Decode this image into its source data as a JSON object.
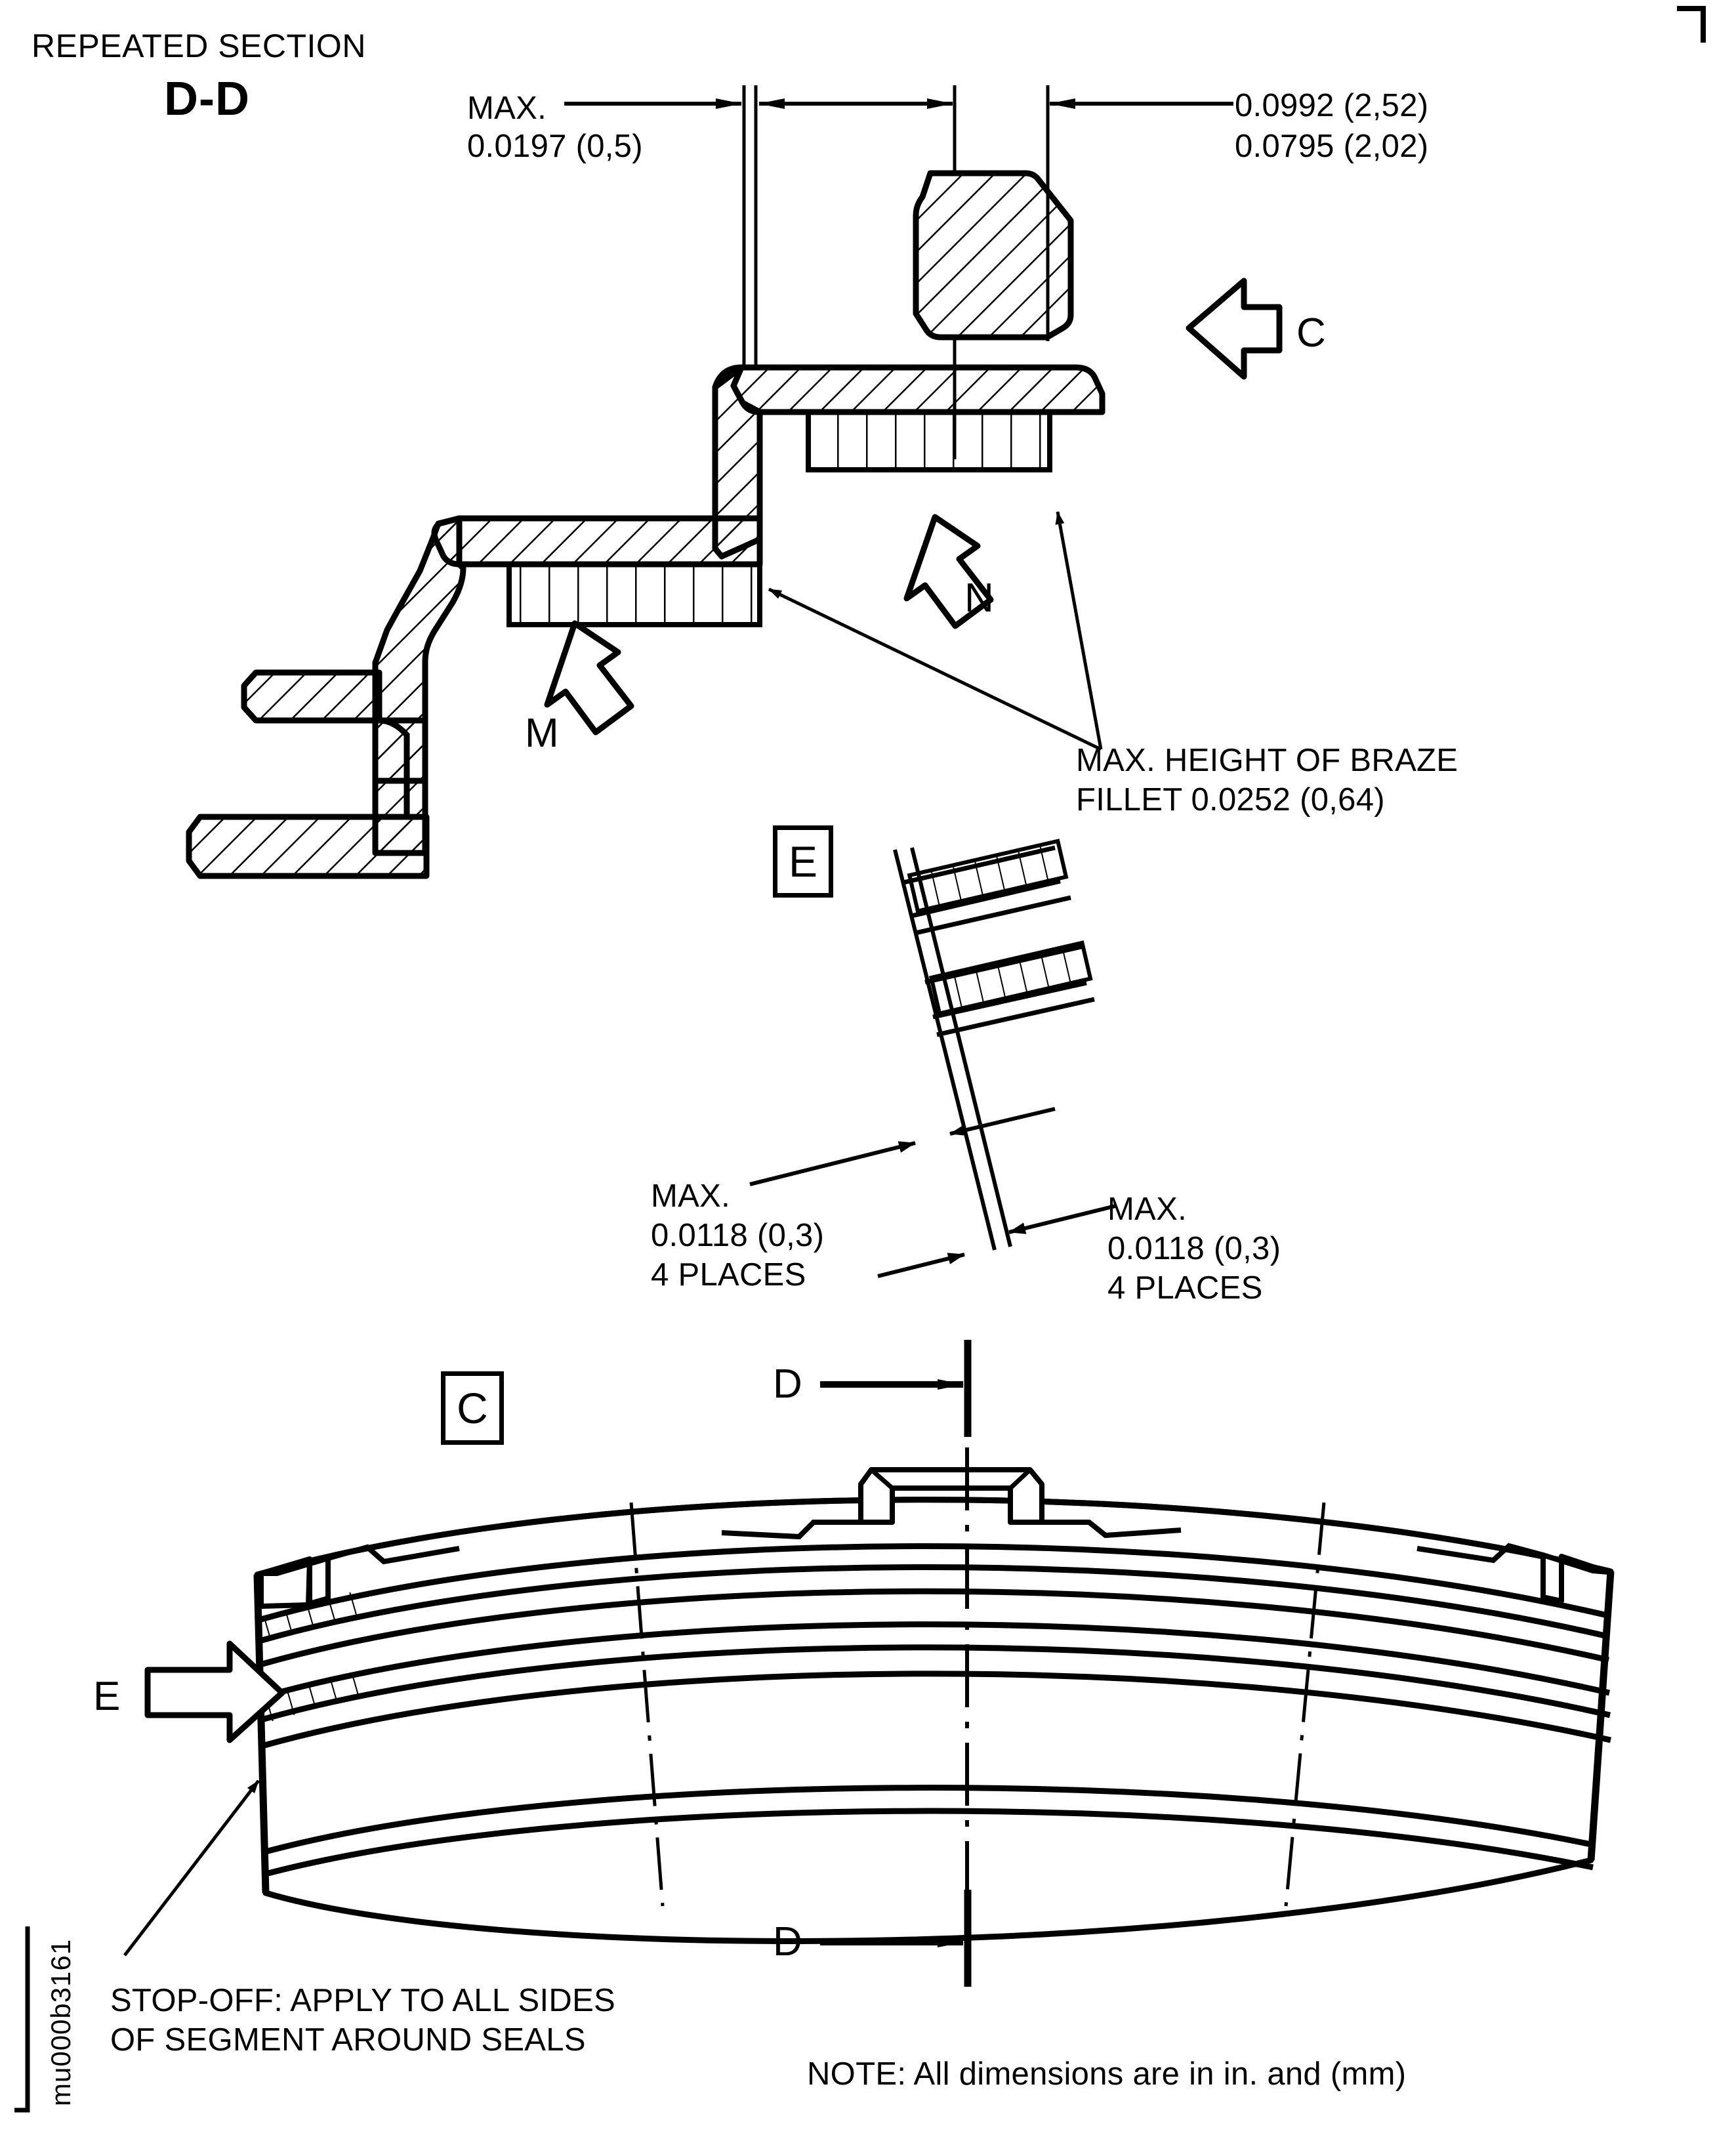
{
  "drawing": {
    "section_title_line1": "REPEATED SECTION",
    "section_title_line2": "D-D",
    "sheet_code": "mu000b3161",
    "footer_note": "NOTE: All dimensions are in in. and (mm)"
  },
  "dimensions": {
    "max_label": "MAX.",
    "thin_gap_value": "0.0197 (0,5)",
    "width_upper": "0.0992 (2,52)",
    "width_lower": "0.0795 (2,02)",
    "braze_note_line1": "MAX. HEIGHT OF BRAZE",
    "braze_note_line2": "FILLET 0.0252 (0,64)",
    "detail_e_left": {
      "line1": "MAX.",
      "line2": "0.0118 (0,3)",
      "line3": "4 PLACES"
    },
    "detail_e_right": {
      "line1": "MAX.",
      "line2": "0.0118 (0,3)",
      "line3": "4 PLACES"
    }
  },
  "view_markers": {
    "arrow_c": "C",
    "arrow_n": "N",
    "arrow_m": "M",
    "arrow_e_lower": "E",
    "detail_e_box": "E",
    "view_c_box": "C",
    "section_d_top": "D",
    "section_d_bottom": "D"
  },
  "annotations": {
    "stopoff_line1": "STOP-OFF: APPLY TO ALL SIDES",
    "stopoff_line2": "OF SEGMENT AROUND SEALS"
  },
  "style": {
    "ink": "#000000",
    "paper": "#ffffff"
  }
}
